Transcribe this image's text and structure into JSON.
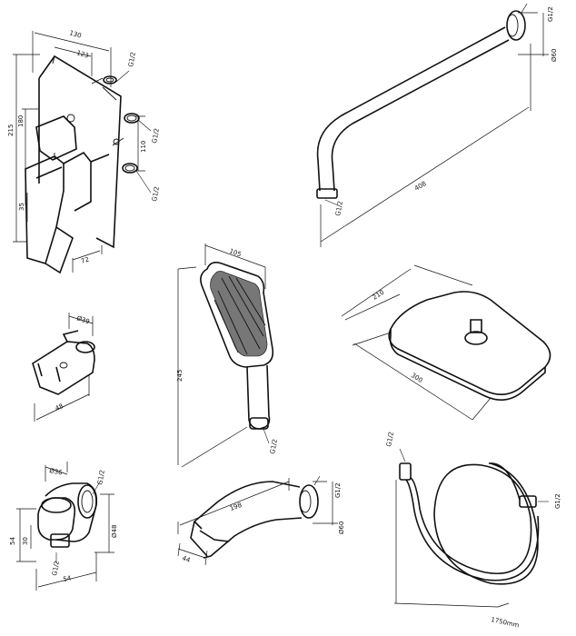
{
  "diagram": {
    "mixer": {
      "dims": {
        "width_top": "130",
        "width_inner": "123",
        "height_total": "215",
        "height_plate": "180",
        "height_low": "35",
        "spacing": "110",
        "depth": "72"
      },
      "threads": [
        "G1/2",
        "G1/2",
        "G1/2"
      ]
    },
    "shower_arm": {
      "thread": "G1/2",
      "length": "408",
      "flange_dia": "Ø60"
    },
    "holder": {
      "dia": "Ø39",
      "length": "48"
    },
    "hand_shower": {
      "width": "105",
      "height": "245",
      "thread": "G1/2"
    },
    "head_shower": {
      "depth": "210",
      "width": "300"
    },
    "wall_outlet": {
      "dia_top": "Ø36",
      "thread_top": "G1/2",
      "dia_side": "Ø48",
      "h1": "54",
      "h2": "30",
      "thread_bottom": "G1/2",
      "width": "54"
    },
    "spout": {
      "length": "198",
      "dim_small": "44",
      "thread": "G1/2",
      "dia": "Ø60"
    },
    "hose": {
      "thread_left": "G1/2",
      "thread_right": "G1/2",
      "length": "1750mm"
    }
  }
}
